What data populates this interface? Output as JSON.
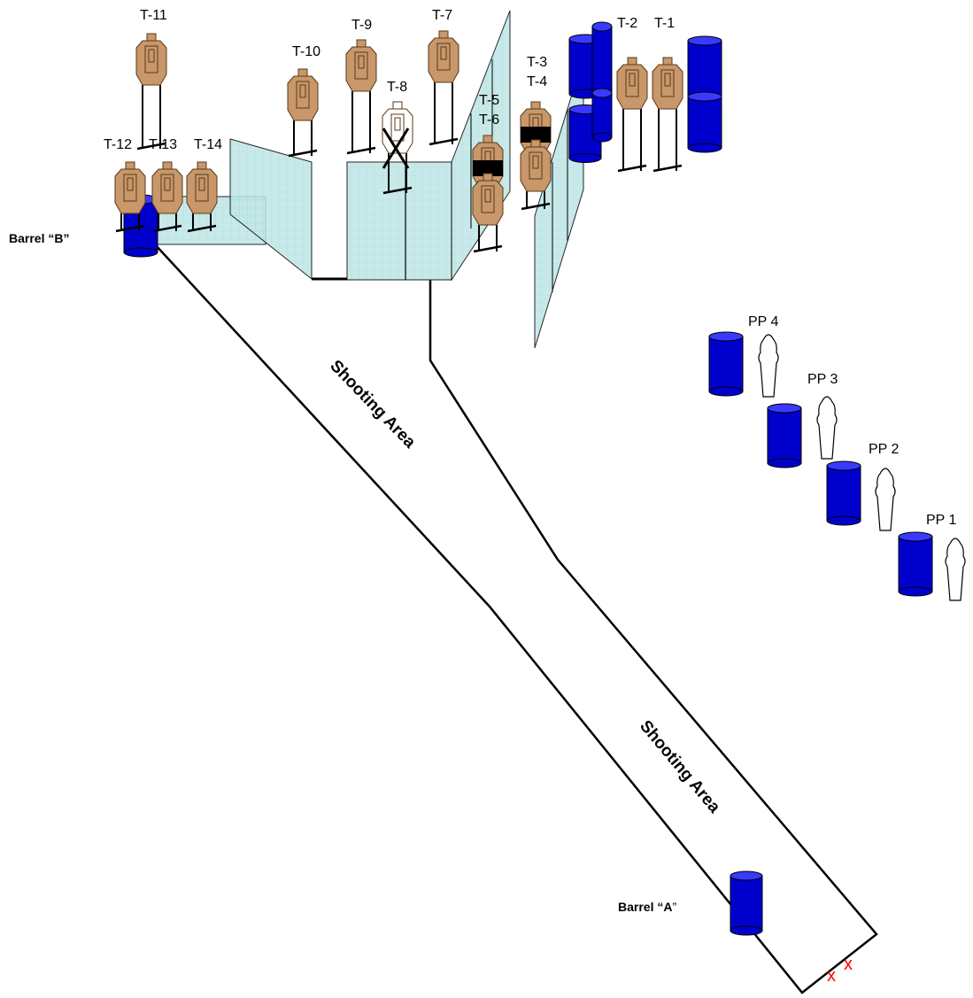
{
  "colors": {
    "target_tan": "#C8976A",
    "target_stroke": "#5a3a1a",
    "barrel_blue": "#0000CC",
    "barrel_top": "#3a3aff",
    "wall_fill": "#BFE6E6",
    "wall_grid": "#8fc9c9",
    "no_shoot_black": "#000000",
    "start_mark_red": "#FF0000"
  },
  "steel_targets": [
    "T-1",
    "T-2",
    "T-3",
    "T-4",
    "T-5",
    "T-6",
    "T-7",
    "T-8",
    "T-9",
    "T-10",
    "T-11",
    "T-12",
    "T-13",
    "T-14"
  ],
  "popper_targets": [
    "PP 1",
    "PP 2",
    "PP 3",
    "PP 4"
  ],
  "barrels": {
    "a_label_bold": "Barrel “A",
    "a_label_rest": "”",
    "b_label": "Barrel “B”"
  },
  "shooting_area_labels": [
    "Shooting Area",
    "Shooting Area"
  ],
  "start_marks": [
    "x",
    "x"
  ]
}
